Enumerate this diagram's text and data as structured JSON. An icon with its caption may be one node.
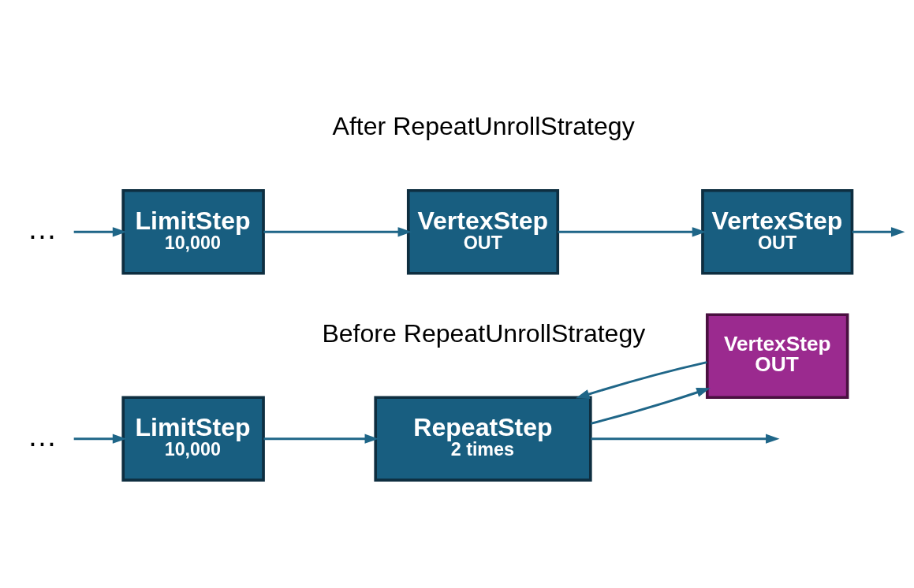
{
  "diagram": {
    "nodes": [
      {
        "text": [
          "…"
        ]
      },
      {
        "text": [
          "LimitStep",
          "10,000"
        ]
      },
      {
        "text": [
          "RepeatStep",
          "2 times"
        ]
      },
      {
        "text": [
          "VertexStep",
          "OUT"
        ]
      },
      {
        "text": [
          "…"
        ]
      },
      {
        "text": [
          "LimitStep",
          "10,000"
        ]
      },
      {
        "text": [
          "VertexStep",
          "OUT"
        ]
      },
      {
        "text": [
          "VertexStep",
          "OUT"
        ]
      }
    ],
    "edges": [
      {
        "from": 0,
        "to": 1,
        "arrow": "to"
      },
      {
        "from": 1,
        "to": 2,
        "arrow": "to"
      },
      {
        "from": 2,
        "to": null,
        "arrow": "to"
      },
      {
        "from": 2,
        "to": 3,
        "arrow": "to"
      },
      {
        "from": 3,
        "to": 2,
        "arrow": "to"
      },
      {
        "from": 4,
        "to": 5,
        "arrow": "to"
      },
      {
        "from": 5,
        "to": 6,
        "arrow": "to"
      },
      {
        "from": 6,
        "to": 7,
        "arrow": "to"
      },
      {
        "from": 7,
        "to": null,
        "arrow": "to"
      }
    ],
    "labels": [
      "Before RepeatUnrollStrategy",
      "After RepeatUnrollStrategy"
    ]
  }
}
